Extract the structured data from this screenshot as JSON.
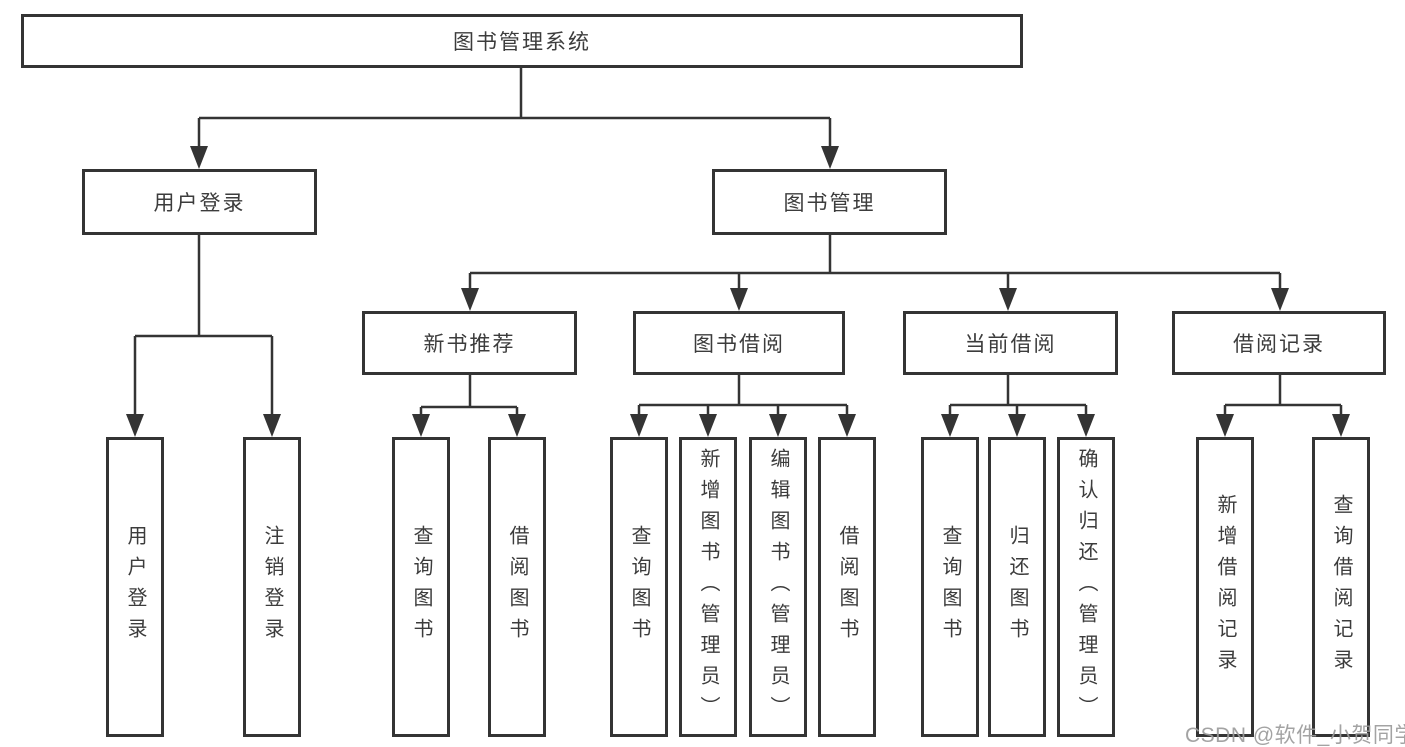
{
  "tree": {
    "label": "图书管理系统",
    "children": [
      {
        "label": "用户登录",
        "children": [
          {
            "label": "用户登录"
          },
          {
            "label": "注销登录"
          }
        ]
      },
      {
        "label": "图书管理",
        "children": [
          {
            "label": "新书推荐",
            "children": [
              {
                "label": "查询图书"
              },
              {
                "label": "借阅图书"
              }
            ]
          },
          {
            "label": "图书借阅",
            "children": [
              {
                "label": "查询图书"
              },
              {
                "label": "新增图书（管理员）"
              },
              {
                "label": "编辑图书（管理员）"
              },
              {
                "label": "借阅图书"
              }
            ]
          },
          {
            "label": "当前借阅",
            "children": [
              {
                "label": "查询图书"
              },
              {
                "label": "归还图书"
              },
              {
                "label": "确认归还（管理员）"
              }
            ]
          },
          {
            "label": "借阅记录",
            "children": [
              {
                "label": "新增借阅记录"
              },
              {
                "label": "查询借阅记录"
              }
            ]
          }
        ]
      }
    ]
  },
  "watermark": "CSDN @软件_小贺同学",
  "colors": {
    "line": "#343434",
    "box_border": "#343434",
    "box_fill": "#ffffff",
    "text": "#3c3c3c",
    "watermark": "#9c9c9c"
  }
}
